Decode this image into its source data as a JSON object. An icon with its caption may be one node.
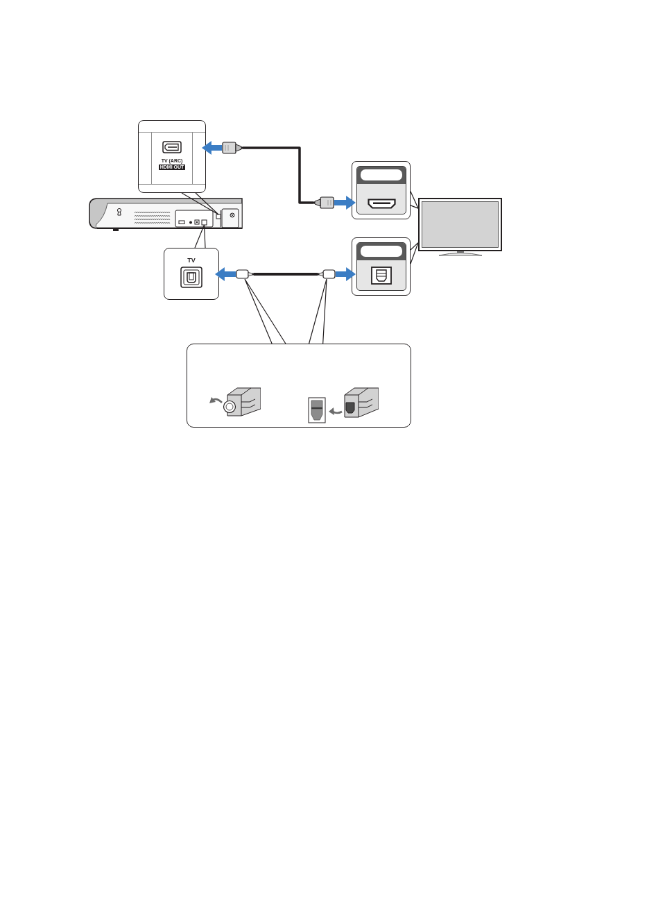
{
  "diagram": {
    "nodes": [
      {
        "text": [
          "TV (ARC)",
          "HDMI OUT"
        ]
      },
      {
        "text": [],
        "shape": "box"
      },
      {
        "text": [],
        "shape": "box"
      },
      {
        "text": [],
        "shape": "box"
      },
      {
        "text": [],
        "shape": "picture"
      },
      {
        "text": [],
        "shape": "box",
        "in": 4
      },
      {
        "text": [],
        "shape": "box",
        "in": 4
      },
      {
        "text": [],
        "shape": "picture"
      },
      {
        "text": [],
        "shape": "box"
      },
      {
        "text": [
          "TV"
        ]
      },
      {
        "text": [],
        "shape": "box"
      },
      {
        "text": [],
        "shape": "box"
      },
      {
        "text": [],
        "shape": "box"
      }
    ],
    "edges": [
      {
        "from": 1,
        "to": 0,
        "arrow": "to",
        "style": "thick",
        "color": "#3b7dc4"
      },
      {
        "from": 1,
        "to": 3,
        "arrow": "none",
        "style": "thick"
      },
      {
        "from": 3,
        "to": 2,
        "arrow": "to",
        "style": "thick",
        "color": "#3b7dc4"
      },
      {
        "from": 0,
        "to": 5,
        "arrow": "none"
      },
      {
        "from": 2,
        "to": 7,
        "arrow": "none"
      },
      {
        "from": 8,
        "to": 7,
        "arrow": "none"
      },
      {
        "from": 9,
        "to": 6,
        "arrow": "none"
      },
      {
        "from": 10,
        "to": 9,
        "arrow": "to",
        "style": "thick",
        "color": "#3b7dc4"
      },
      {
        "from": 10,
        "to": 11,
        "arrow": "none",
        "style": "thick"
      },
      {
        "from": 11,
        "to": 8,
        "arrow": "to",
        "style": "thick",
        "color": "#3b7dc4"
      },
      {
        "from": 12,
        "to": 10,
        "arrow": "none"
      },
      {
        "from": 12,
        "to": 11,
        "arrow": "none"
      }
    ]
  }
}
